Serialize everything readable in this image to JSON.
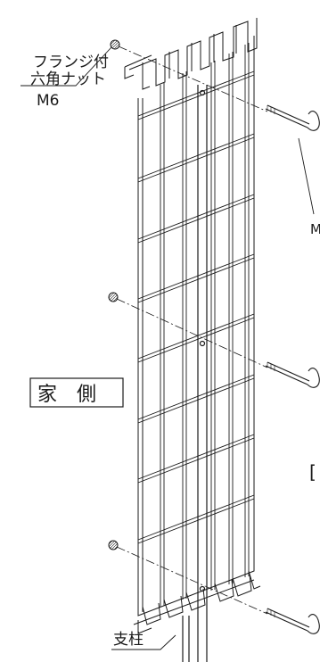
{
  "labels": {
    "nut_line1": "フランジ付",
    "nut_line2": "六角ナット",
    "nut_size": "M6",
    "house_side": "家　側",
    "post": "支柱",
    "right_edge_1": "M",
    "right_edge_2": "["
  },
  "colors": {
    "line": "#1a1a1a",
    "background": "#ffffff"
  }
}
